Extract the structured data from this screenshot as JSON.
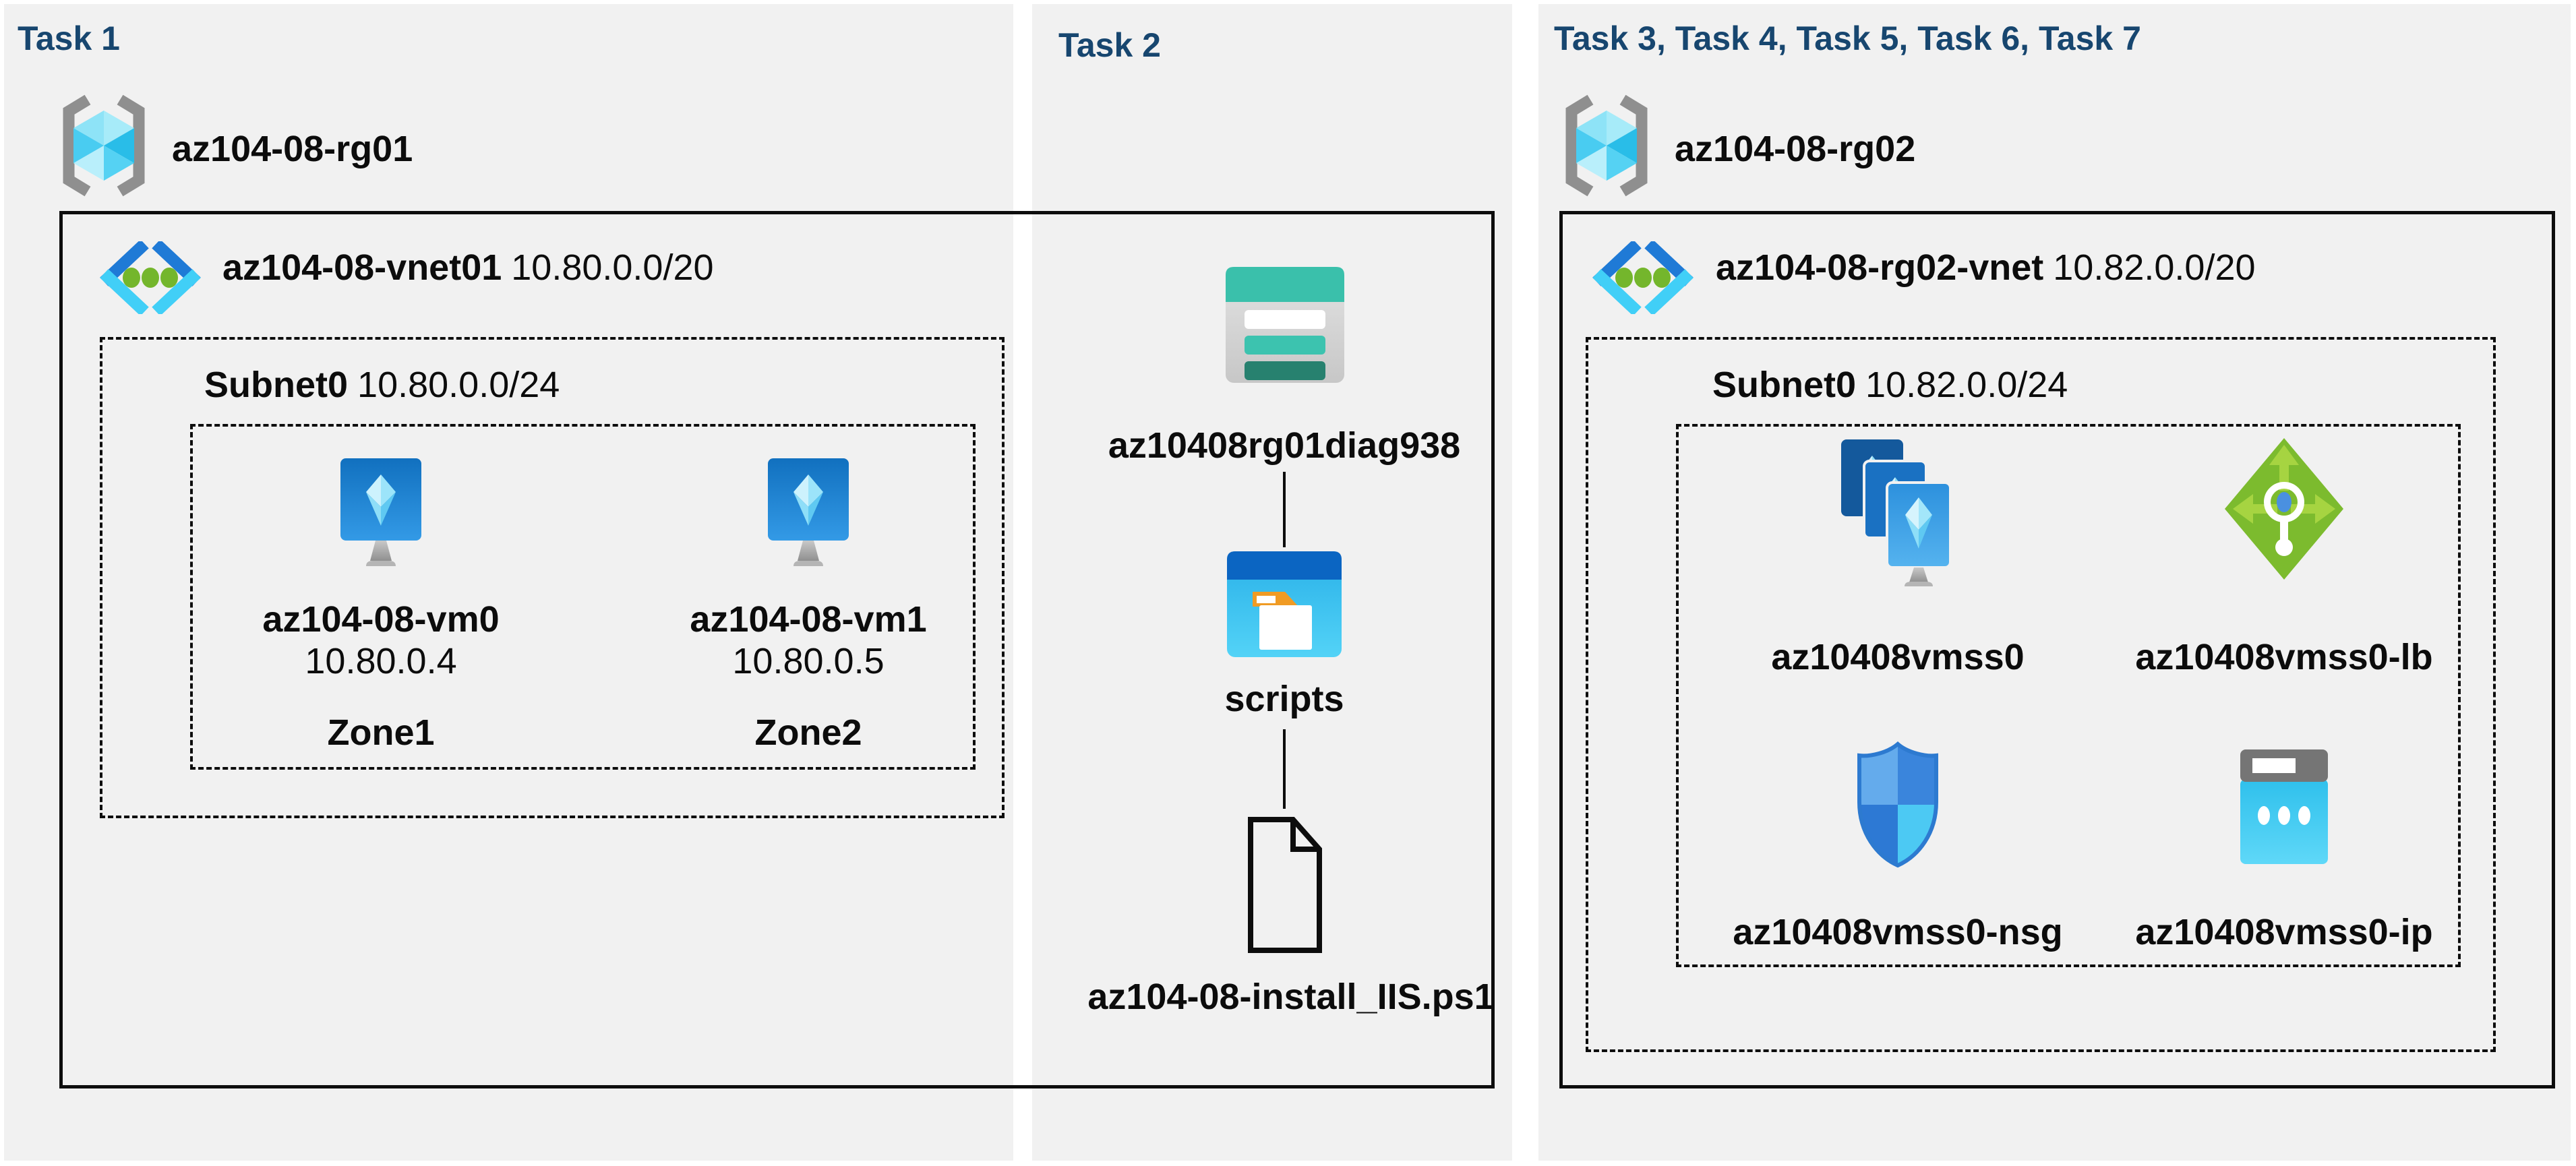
{
  "colors": {
    "header_navy": "#17466f",
    "panel_bg": "#f1f1f1",
    "line_black": "#0d0d0d",
    "vm_blue_top": "#1170bf",
    "vm_blue_bottom": "#339ae6",
    "storage_teal": "#3ac0ab",
    "storage_teal_dark": "#27816f",
    "folder_blue": "#0b65c2",
    "folder_cyan": "#3fc6f0",
    "folder_orange": "#f09b24",
    "lb_green": "#7cbb2e",
    "lb_arrow_green": "#a6d441",
    "nsg_blue": "#3a85dc",
    "ip_cyan": "#3fc8f0",
    "vnet_dark_blue": "#1f7ad6",
    "vnet_cyan": "#41cff7",
    "vnet_dot_green": "#74b62c",
    "rg_bracket_gray": "#8f8f8f",
    "rg_cube_cyan": "#49ccf1"
  },
  "icons": {
    "resource_group": "azure-resource-group-icon",
    "virtual_network": "azure-virtual-network-icon",
    "virtual_machine": "azure-virtual-machine-icon",
    "storage_account": "azure-storage-account-icon",
    "blob_container": "azure-blob-container-folder-icon",
    "script_file": "document-file-icon",
    "vm_scale_set": "azure-vm-scale-set-icon",
    "load_balancer": "azure-load-balancer-icon",
    "network_security_group": "azure-nsg-shield-icon",
    "public_ip": "azure-public-ip-icon"
  },
  "panels": {
    "task1": {
      "header": "Task 1",
      "rg": "az104-08-rg01",
      "vnet_name": "az104-08-vnet01",
      "vnet_cidr": "10.80.0.0/20",
      "subnet_name": "Subnet0",
      "subnet_cidr": "10.80.0.0/24",
      "vm0": {
        "name": "az104-08-vm0",
        "ip": "10.80.0.4",
        "zone": "Zone1"
      },
      "vm1": {
        "name": "az104-08-vm1",
        "ip": "10.80.0.5",
        "zone": "Zone2"
      }
    },
    "task2": {
      "header": "Task 2",
      "storage_account": "az10408rg01diag938",
      "container": "scripts",
      "file": "az104-08-install_IIS.ps1"
    },
    "task3": {
      "header": "Task 3, Task 4, Task 5, Task 6, Task 7",
      "rg": "az104-08-rg02",
      "vnet_name": "az104-08-rg02-vnet",
      "vnet_cidr": "10.82.0.0/20",
      "subnet_name": "Subnet0",
      "subnet_cidr": "10.82.0.0/24",
      "vmss": "az10408vmss0",
      "lb": "az10408vmss0-lb",
      "nsg": "az10408vmss0-nsg",
      "ip": "az10408vmss0-ip"
    }
  }
}
